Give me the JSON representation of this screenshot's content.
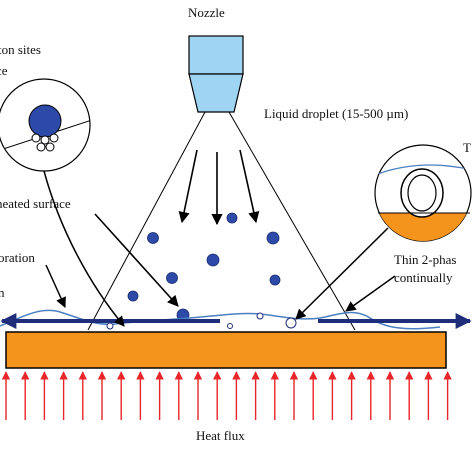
{
  "labels": {
    "nozzle": "Nozzle",
    "nucleation_line1": "ton  sites",
    "nucleation_line2": "ce",
    "droplet": "Liquid droplet (15-500 µm)",
    "heated_surface": "neated surface",
    "evaporation": "oration",
    "n_fragment": "n",
    "t_fragment": "T",
    "thin_film_line1": "Thin 2-phas",
    "thin_film_line2": "continually",
    "heat_flux": "Heat flux"
  },
  "colors": {
    "nozzle_fill": "#9fd4f3",
    "droplet": "#2d4aa8",
    "film_line": "#4a7fc1",
    "surface_arrow": "#1f2e7a",
    "heater_fill": "#f5941d",
    "heat_arrow": "#e8252a",
    "outline": "#000000"
  },
  "icons": {
    "nucleation_inset": "circle-magnifier-icon",
    "thin_film_inset": "circle-magnifier-icon"
  }
}
